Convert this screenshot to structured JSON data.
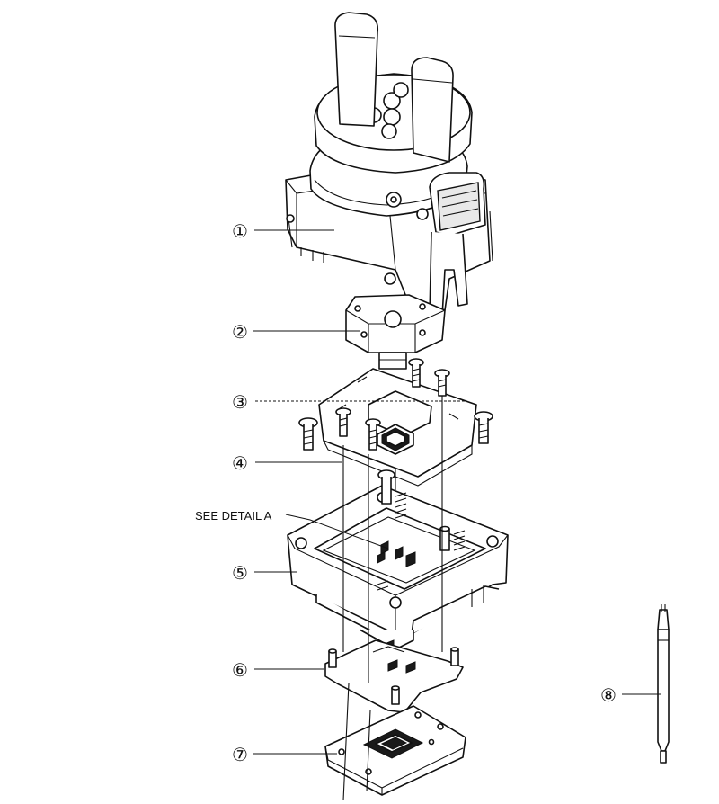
{
  "callouts": {
    "c1": "①",
    "c2": "②",
    "c3": "③",
    "c4": "④",
    "c5": "⑤",
    "c6": "⑥",
    "c7": "⑦",
    "c8": "⑧"
  },
  "detail_label": "SEE DETAIL A"
}
